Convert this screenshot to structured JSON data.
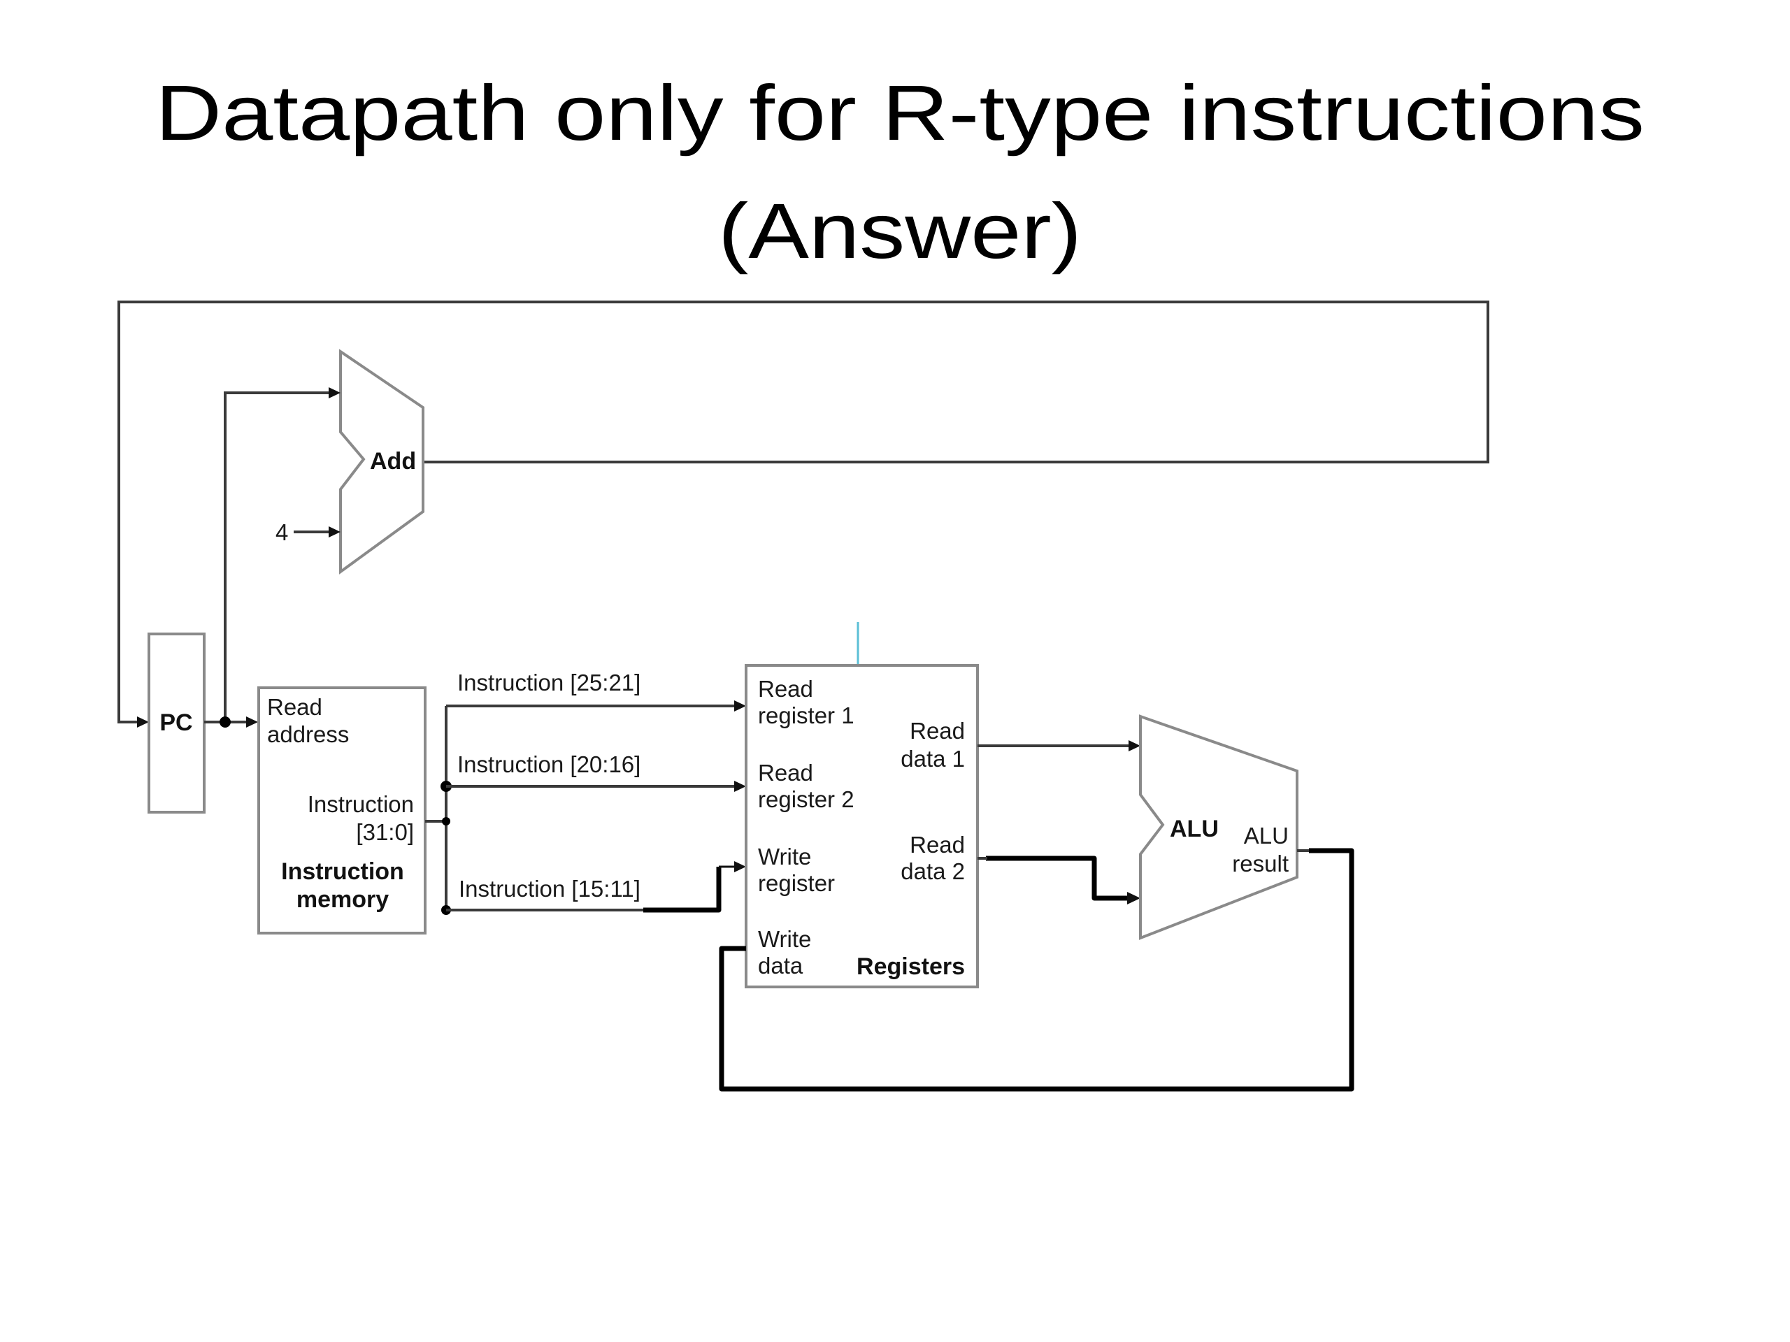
{
  "slide": {
    "title_line1": "Datapath only for R-type instructions",
    "title_line2": "(Answer)"
  },
  "adder": {
    "label": "Add",
    "constant_input": "4"
  },
  "pc": {
    "label": "PC"
  },
  "instruction_memory": {
    "port_in_line1": "Read",
    "port_in_line2": "address",
    "port_out_line1": "Instruction",
    "port_out_line2": "[31:0]",
    "name_line1": "Instruction",
    "name_line2": "memory"
  },
  "instruction_fields": [
    {
      "label": "Instruction [25:21]"
    },
    {
      "label": "Instruction [20:16]"
    },
    {
      "label": "Instruction [15:11]"
    }
  ],
  "registers": {
    "name": "Registers",
    "read_register_1": [
      "Read",
      "register 1"
    ],
    "read_register_2": [
      "Read",
      "register 2"
    ],
    "write_register": [
      "Write",
      "register"
    ],
    "write_data": [
      "Write",
      "data"
    ],
    "read_data_1": [
      "Read",
      "data 1"
    ],
    "read_data_2": [
      "Read",
      "data 2"
    ]
  },
  "alu": {
    "label": "ALU",
    "result_line1": "ALU",
    "result_line2": "result"
  },
  "colors": {
    "wire": "#3a3a3a",
    "highlighted_wire": "#000000",
    "unit_outline": "#8a8a8a",
    "cyan_mark": "#5bbfd6"
  }
}
